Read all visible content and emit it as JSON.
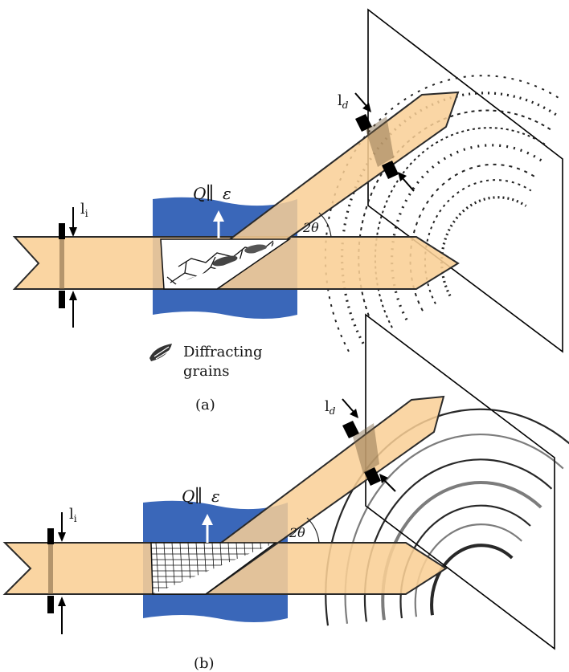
{
  "panels": [
    {
      "id": "a",
      "caption": "(a)",
      "q_symbol": "Q",
      "parallel_symbol": "∥",
      "strain_symbol": "ε",
      "angle_label": "2θ",
      "incident_width_label": "l",
      "incident_width_sub": "i",
      "diffracted_width_label": "l",
      "diffracted_width_sub": "d",
      "detector_pattern": "spotty"
    },
    {
      "id": "b",
      "caption": "(b)",
      "q_symbol": "Q",
      "parallel_symbol": "∥",
      "strain_symbol": "ε",
      "angle_label": "2θ",
      "incident_width_label": "l",
      "incident_width_sub": "i",
      "diffracted_width_label": "l",
      "diffracted_width_sub": "d",
      "detector_pattern": "continuous"
    }
  ],
  "legend": {
    "line1": "Diffracting",
    "line2": "grains"
  },
  "colors": {
    "beam": "#f9cf95",
    "sample": "#2f5fb5",
    "outline": "#2a2a2a",
    "arrow": "#000000",
    "q_arrow": "#ffffff"
  }
}
